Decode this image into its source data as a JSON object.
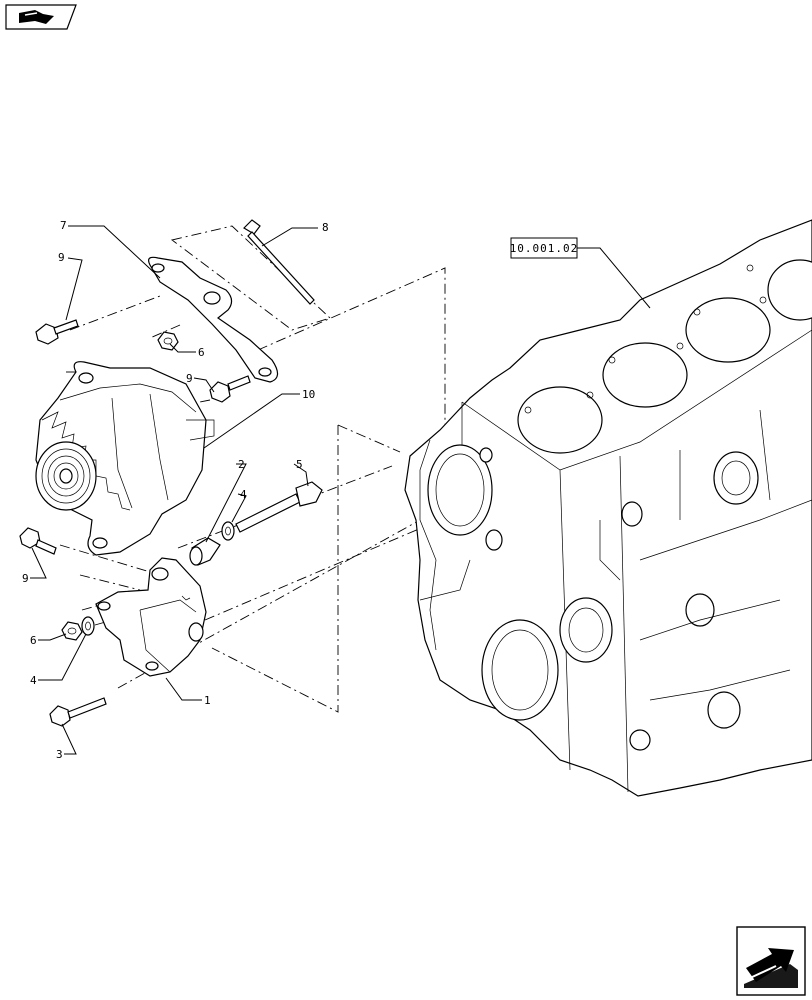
{
  "reference": {
    "label": "10.001.02"
  },
  "callouts": [
    {
      "id": "c7",
      "text": "7"
    },
    {
      "id": "c8",
      "text": "8"
    },
    {
      "id": "c9a",
      "text": "9"
    },
    {
      "id": "c6a",
      "text": "6"
    },
    {
      "id": "c9b",
      "text": "9"
    },
    {
      "id": "c10",
      "text": "10"
    },
    {
      "id": "c2",
      "text": "2"
    },
    {
      "id": "c5",
      "text": "5"
    },
    {
      "id": "c4a",
      "text": "4"
    },
    {
      "id": "c9c",
      "text": "9"
    },
    {
      "id": "c6b",
      "text": "6"
    },
    {
      "id": "c4b",
      "text": "4"
    },
    {
      "id": "c1",
      "text": "1"
    },
    {
      "id": "c3",
      "text": "3"
    }
  ],
  "icons": {
    "prev": "previous-page-arrow-icon",
    "next": "next-page-arrow-icon"
  }
}
